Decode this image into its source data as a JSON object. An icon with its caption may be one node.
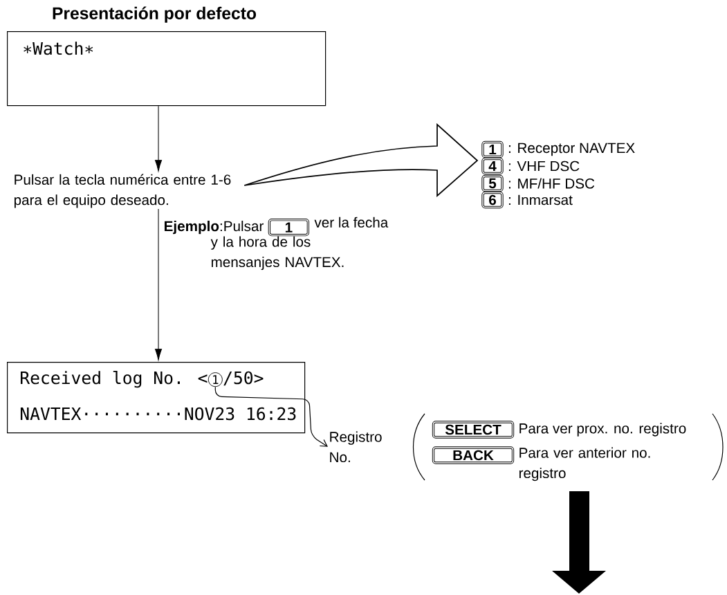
{
  "diagram": {
    "title": "Presentación por defecto",
    "nodes": [
      {
        "text": [
          "∗Watch∗"
        ]
      },
      {
        "text": [
          "Pulsar la tecla numérica entre 1-6 para el equipo deseado."
        ]
      },
      {
        "text": [
          "1"
        ],
        "beside": [
          ": Receptor NAVTEX"
        ]
      },
      {
        "text": [
          "4"
        ],
        "beside": [
          ": VHF DSC"
        ]
      },
      {
        "text": [
          "5"
        ],
        "beside": [
          ": MF/HF DSC"
        ]
      },
      {
        "text": [
          "6"
        ],
        "beside": [
          ": Inmarsat"
        ]
      },
      {
        "text": [
          "1"
        ]
      },
      {
        "text": [
          "Received log No. <",
          "/50>",
          "NAVTEX··········NOV23 16:23"
        ]
      },
      {
        "text": [
          "1"
        ],
        "in": 7
      },
      {
        "text": [
          "Registro No."
        ]
      },
      {
        "text": [
          "SELECT"
        ],
        "beside": [
          "Para ver prox. no. registro"
        ]
      },
      {
        "text": [
          "BACK"
        ],
        "beside": [
          "Para ver anterior no. registro"
        ]
      }
    ],
    "edges": [
      {
        "from": 0,
        "to": 1,
        "arrow": "to"
      },
      {
        "from": 1,
        "to": null,
        "arrow": "to"
      },
      {
        "from": 1,
        "to": 7,
        "arrow": "to"
      },
      {
        "from": 8,
        "to": 9,
        "arrow": "to"
      }
    ],
    "labels": [
      "**Ejemplo**:Pulsar",
      "ver la fecha",
      "y la hora de los mensanjes NAVTEX."
    ]
  }
}
